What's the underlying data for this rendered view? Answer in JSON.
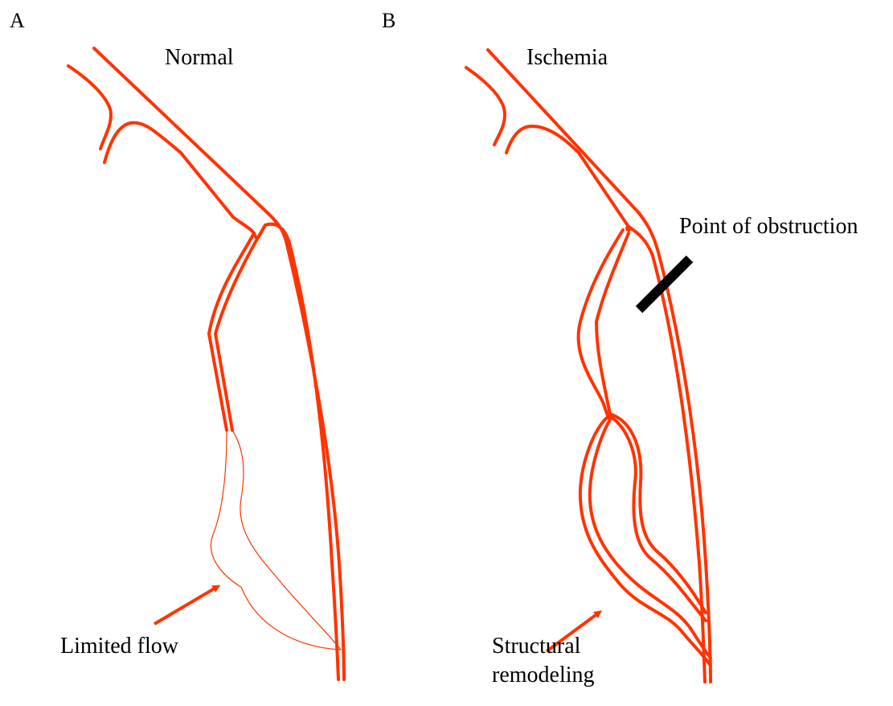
{
  "colors": {
    "vessel": "#ff3300",
    "obstruction": "#000000",
    "text": "#000000"
  },
  "panel_a": {
    "letter": "A",
    "title": "Normal",
    "annotation": "Limited flow"
  },
  "panel_b": {
    "letter": "B",
    "title": "Ischemia",
    "obstruction_label": "Point of obstruction",
    "annotation_line1": "Structural",
    "annotation_line2": "remodeling"
  }
}
